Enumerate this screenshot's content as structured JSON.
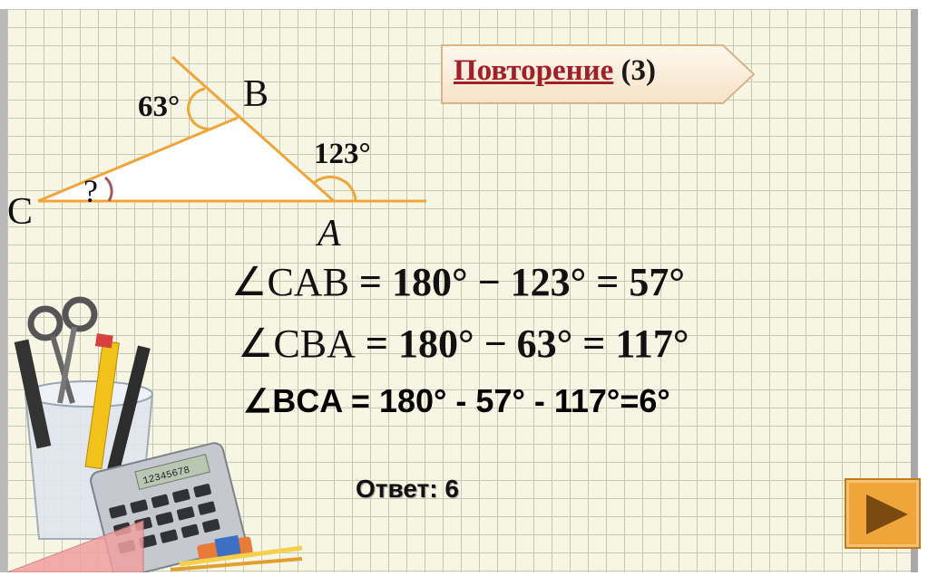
{
  "slide": {
    "title": {
      "main": "Повторение",
      "suffix": "(3)"
    },
    "figure": {
      "vertex_c": "C",
      "vertex_b": "B",
      "vertex_a": "A",
      "angle_b_ext": "63°",
      "angle_a_ext": "123°",
      "angle_c_unknown": "?"
    },
    "formulas": {
      "line1_angle": "∠CAB",
      "line1_calc": " = 180° − 123° = 57°",
      "line2_angle": "∠CBA",
      "line2_calc": " = 180° − 63° = 117°",
      "line3": "∠BCA = 180° - 57° - 117°=6°"
    },
    "answer": "Ответ: 6",
    "calculator_display": "12345678",
    "colors": {
      "grid_bg": "#f7f5e4",
      "triangle_line": "#f0a53a",
      "title_red": "#a01f2b",
      "button_orange": "#f0a53a",
      "button_arrow": "#7a4a10"
    },
    "icons": {
      "next": "play-triangle-icon",
      "decoration": "stationery-cup-illustration"
    }
  }
}
